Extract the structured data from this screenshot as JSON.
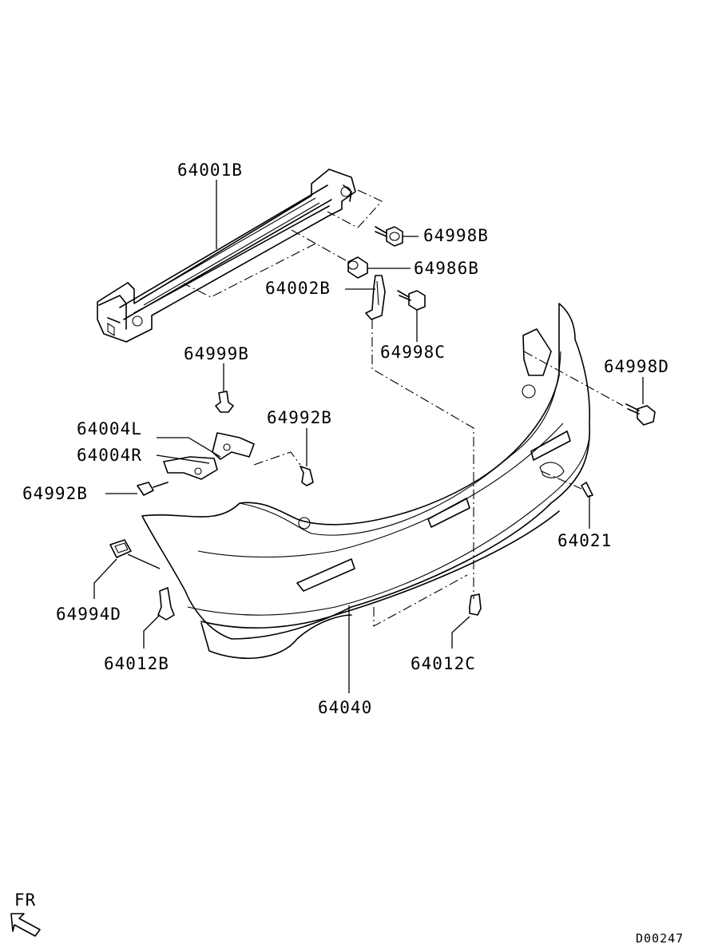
{
  "labels": {
    "reinforcement": "64001B",
    "bolt_right_upper": "64998B",
    "spacer": "64986B",
    "bracket": "64002B",
    "bolt_center": "64998C",
    "clip_top": "64999B",
    "screw_mid": "64992B",
    "retainer_l": "64004L",
    "retainer_r": "64004R",
    "screw_left": "64992B",
    "bolt_side": "64998D",
    "reflector_cover": "64021",
    "pad": "64994D",
    "clip_left": "64012B",
    "clip_right": "64012C",
    "bumper_face": "64040"
  },
  "direction": "FR",
  "drawing_id": "D00247"
}
